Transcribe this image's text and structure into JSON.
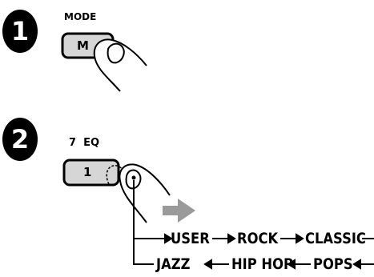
{
  "steps": [
    {
      "number": "1",
      "caption": "MODE",
      "button_label": "M"
    },
    {
      "number": "2",
      "caption": "7  EQ",
      "button_label": "1"
    }
  ],
  "cycle": {
    "row1": [
      "USER",
      "ROCK",
      "CLASSIC"
    ],
    "row2": [
      "JAZZ",
      "HIP HOP",
      "POPS"
    ]
  }
}
